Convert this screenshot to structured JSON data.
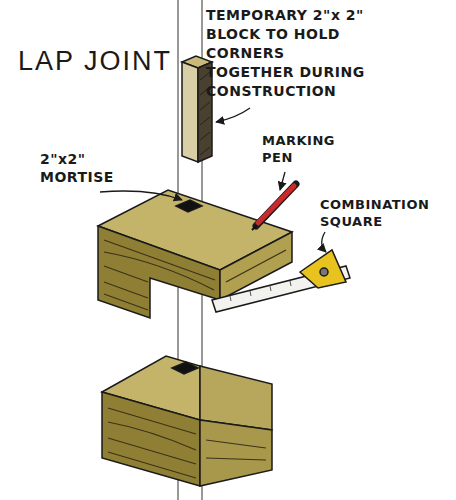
{
  "diagram": {
    "title": "LAP JOINT",
    "labels": [
      "TEMPORARY 2\"x 2\" BLOCK TO HOLD CORNERS TOGETHER DURING CONSTRUCTION",
      "2\"x2\" MORTISE",
      "MARKING PEN",
      "COMBINATION SQUARE"
    ]
  }
}
